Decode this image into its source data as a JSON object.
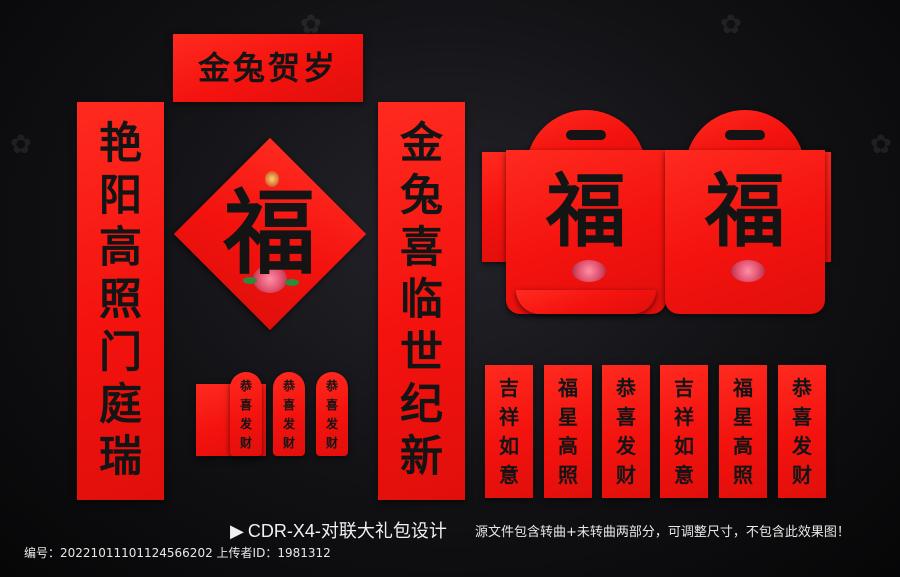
{
  "banner": {
    "text": "金兔贺岁"
  },
  "left_couplet": {
    "chars": [
      "艳",
      "阳",
      "高",
      "照",
      "门",
      "庭",
      "瑞"
    ]
  },
  "right_couplet": {
    "chars": [
      "金",
      "兔",
      "喜",
      "临",
      "世",
      "纪",
      "新"
    ]
  },
  "diamond": {
    "char": "福"
  },
  "bags": [
    {
      "char": "福"
    },
    {
      "char": "福"
    }
  ],
  "packets": [
    {
      "chars": [
        "恭",
        "喜",
        "发",
        "财"
      ]
    },
    {
      "chars": [
        "恭",
        "喜",
        "发",
        "财"
      ]
    },
    {
      "chars": [
        "恭",
        "喜",
        "发",
        "财"
      ]
    }
  ],
  "mini_couplets": [
    {
      "chars": [
        "吉",
        "祥",
        "如",
        "意"
      ]
    },
    {
      "chars": [
        "福",
        "星",
        "高",
        "照"
      ]
    },
    {
      "chars": [
        "恭",
        "喜",
        "发",
        "财"
      ]
    },
    {
      "chars": [
        "吉",
        "祥",
        "如",
        "意"
      ]
    },
    {
      "chars": [
        "福",
        "星",
        "高",
        "照"
      ]
    },
    {
      "chars": [
        "恭",
        "喜",
        "发",
        "财"
      ]
    }
  ],
  "caption": {
    "format": "CDR-X4-对联大礼包设计",
    "note": "源文件包含转曲+未转曲两部分，可调整尺寸，不包含此效果图！",
    "id_label": "编号：",
    "id_value": "20221011101124566202",
    "uploader_label": "上传者ID：",
    "uploader_value": "1981312"
  },
  "colors": {
    "red": "#f3120e",
    "background": "#0b0b0d",
    "ink": "#141414"
  }
}
